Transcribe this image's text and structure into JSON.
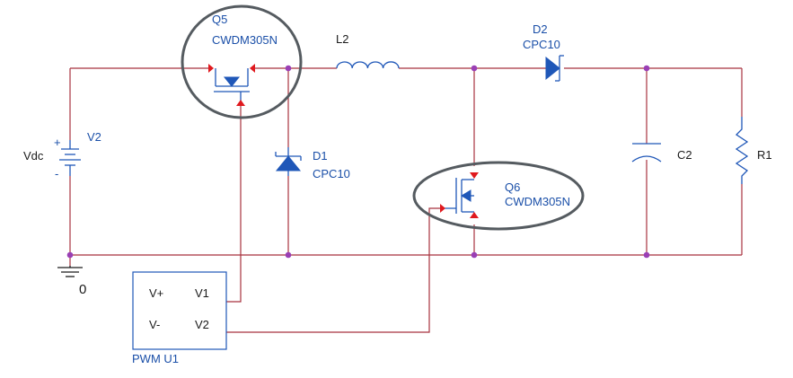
{
  "labels": {
    "q5_ref": "Q5",
    "q5_part": "CWDM305N",
    "q6_ref": "Q6",
    "q6_part": "CWDM305N",
    "l2_ref": "L2",
    "d2_ref": "D2",
    "d2_part": "CPC10",
    "d1_ref": "D1",
    "d1_part": "CPC10",
    "v2_ref": "V2",
    "vdc": "Vdc",
    "c2_ref": "C2",
    "r1_ref": "R1",
    "ground": "0",
    "pwm_ref": "PWM U1",
    "pwm_vplus": "V+",
    "pwm_vminus": "V-",
    "pwm_v1": "V1",
    "pwm_v2": "V2"
  },
  "colors": {
    "wire": "#a8323e",
    "component": "#1f57b8",
    "pin": "#e0191e",
    "junction": "#9a3fb5",
    "highlight": "#555b60"
  }
}
